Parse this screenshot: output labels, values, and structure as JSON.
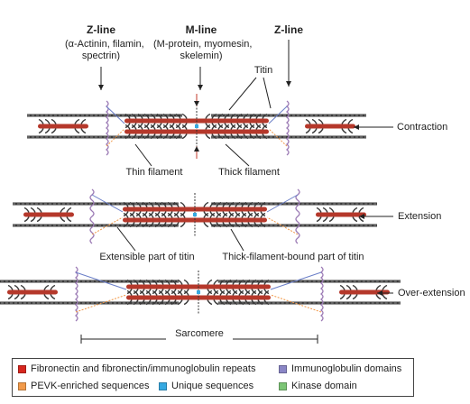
{
  "labels": {
    "zline_left": "Z-line",
    "zline_left_sub1": "(α-Actinin, filamin,",
    "zline_left_sub2": "spectrin)",
    "mline": "M-line",
    "mline_sub1": "(M-protein, myomesin,",
    "mline_sub2": "skelemin)",
    "zline_right": "Z-line",
    "titin": "Titin",
    "thin_filament": "Thin filament",
    "thick_filament": "Thick filament",
    "extensible_titin": "Extensible part of titin",
    "thick_bound_titin": "Thick-filament-bound part of titin",
    "sarcomere": "Sarcomere"
  },
  "states": {
    "contraction": "Contraction",
    "extension": "Extension",
    "over_extension": "Over-extension"
  },
  "legend": [
    {
      "label": "Fibronectin and fibronectin/immunoglobulin repeats",
      "color": "#d7261e"
    },
    {
      "label": "Immunoglobulin domains",
      "color": "#8a86c6"
    },
    {
      "label": "PEVK-enriched sequences",
      "color": "#f29a4a"
    },
    {
      "label": "Unique sequences",
      "color": "#36a9e1"
    },
    {
      "label": "Kinase domain",
      "color": "#7cc576"
    }
  ],
  "colors": {
    "filament": "#3a3a3a",
    "titin_red": "#b5382b",
    "zdisc": "#9c7bb5",
    "titin_blue": "#6b7fc8"
  }
}
